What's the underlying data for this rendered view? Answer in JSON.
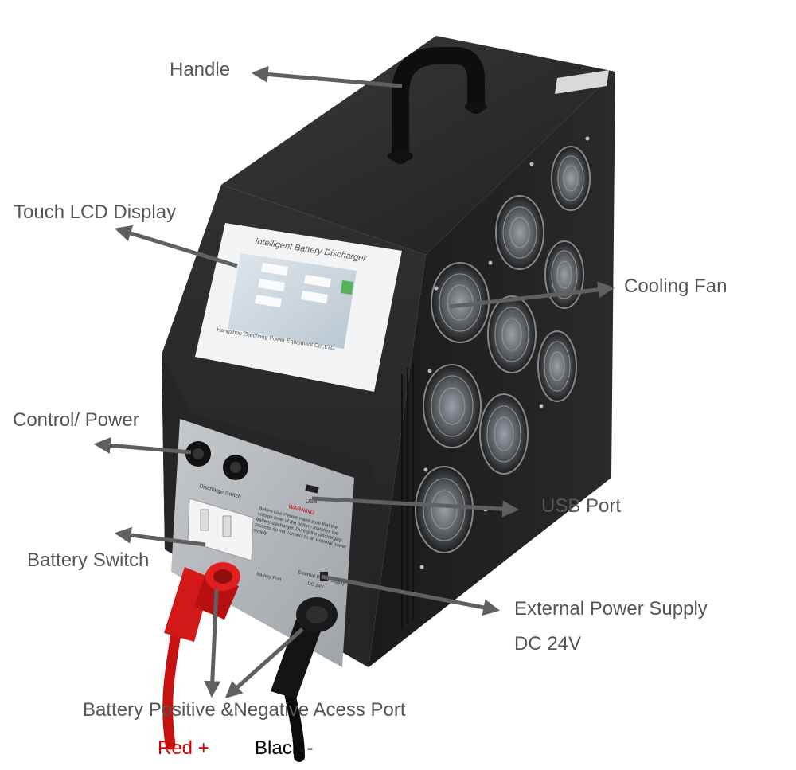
{
  "labels": {
    "handle": "Handle",
    "touch_lcd": "Touch LCD Display",
    "cooling_fan": "Cooling Fan",
    "control_power": "Control/ Power",
    "usb_port": "USB Port",
    "battery_switch": "Battery Switch",
    "external_power_line1": "External Power Supply",
    "external_power_line2": "DC 24V",
    "access_port": "Battery Positive &Negative Acess Port",
    "red_plus": "Red +",
    "black_minus": "Black -"
  },
  "device": {
    "screen_title": "Intelligent Battery Discharger",
    "screen_footer": "Hangzhou Zhechang Power Equipment Co.,LTD",
    "discharge_switch": "Discharge Switch",
    "usb_text": "USB",
    "warning_title": "WARNING",
    "warning_body": "Before Use Please make sure that the voltage level of the battery matches the battery discharger. During the discharging process do not connect to an external power supply",
    "battery_port_label": "Battery Port",
    "ext_power_label1": "External Power Supply",
    "ext_power_label2": "DC 24V"
  },
  "colors": {
    "label_text": "#555555",
    "arrow": "#606060",
    "red_label": "#d40000",
    "black_label": "#000000",
    "case": "#2b2b2b",
    "panel": "#b5b9bd"
  }
}
